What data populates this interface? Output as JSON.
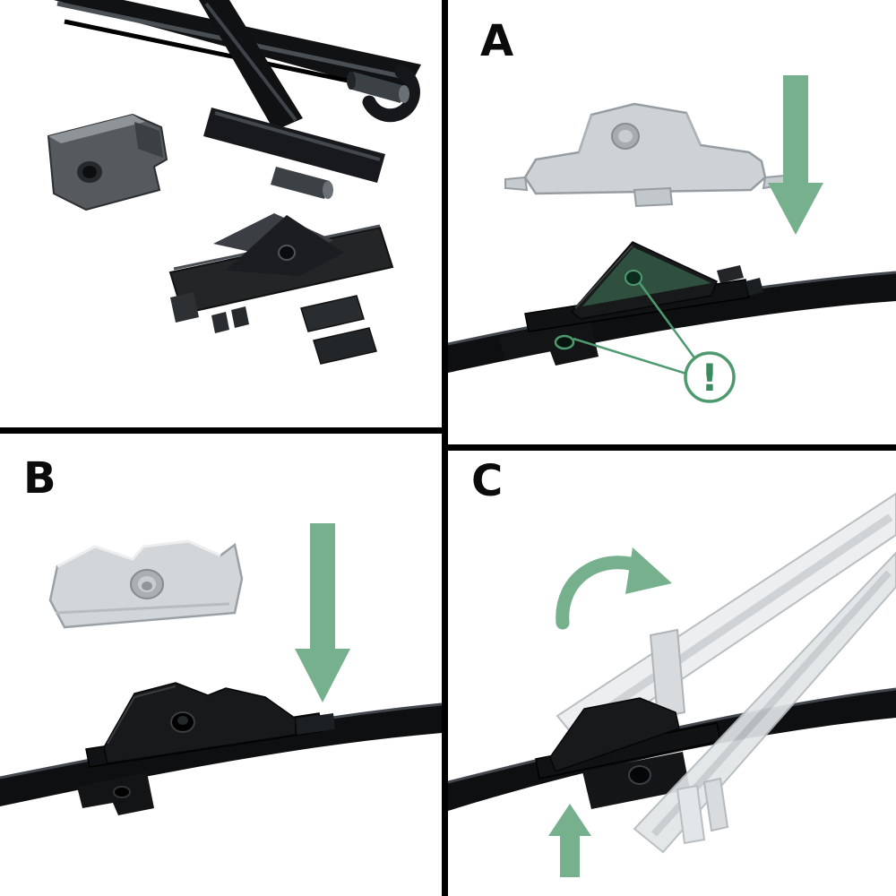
{
  "panels": {
    "step_a": {
      "label": "A"
    },
    "step_b": {
      "label": "B"
    },
    "step_c": {
      "label": "C"
    }
  },
  "warning": {
    "symbol": "!"
  },
  "icons": {
    "down_arrow": "solid filled downward arrow",
    "curved_arrow": "clockwise curved rotation arrow",
    "up_arrow": "solid filled upward arrow",
    "warning_circle": "circled exclamation mark"
  },
  "colors": {
    "arrow_green": "#76b08d",
    "callout_green": "#4e9a6e",
    "warning_text_green": "#3c8a60",
    "part_black": "#101214",
    "part_gray": "#ced2d5",
    "background": "#ffffff",
    "divider_black": "#000000"
  }
}
